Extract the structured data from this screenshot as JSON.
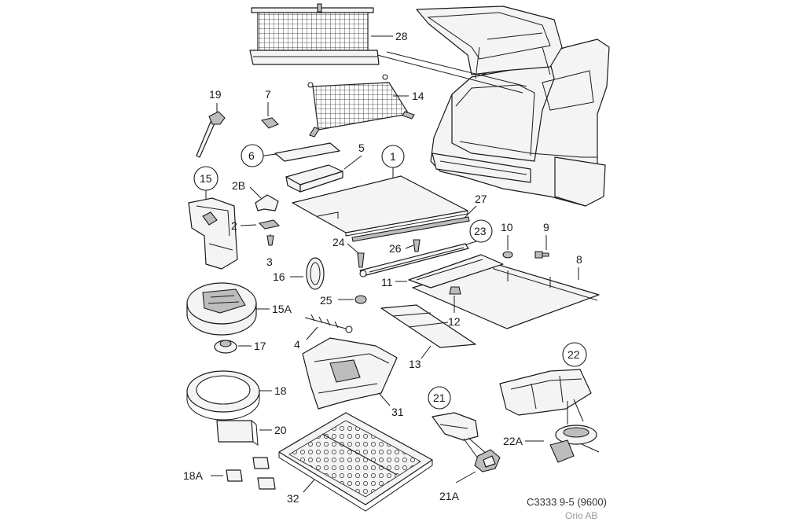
{
  "diagram": {
    "callouts": {
      "c28": "28",
      "c14": "14",
      "c7": "7",
      "c19": "19",
      "c6": "6",
      "c5": "5",
      "c1": "1",
      "c15": "15",
      "c2B": "2B",
      "c2": "2",
      "c3": "3",
      "c27": "27",
      "c23": "23",
      "c10": "10",
      "c9": "9",
      "c8": "8",
      "c24": "24",
      "c26": "26",
      "c16": "16",
      "c11": "11",
      "c25": "25",
      "c12": "12",
      "c15A": "15A",
      "c4": "4",
      "c17": "17",
      "c13": "13",
      "c22": "22",
      "c18": "18",
      "c31": "31",
      "c21": "21",
      "c20": "20",
      "c22A": "22A",
      "c18A": "18A",
      "c32": "32",
      "c21A": "21A"
    },
    "footer": {
      "code": "C3333 9-5 (9600)",
      "company": "Orio AB"
    }
  }
}
